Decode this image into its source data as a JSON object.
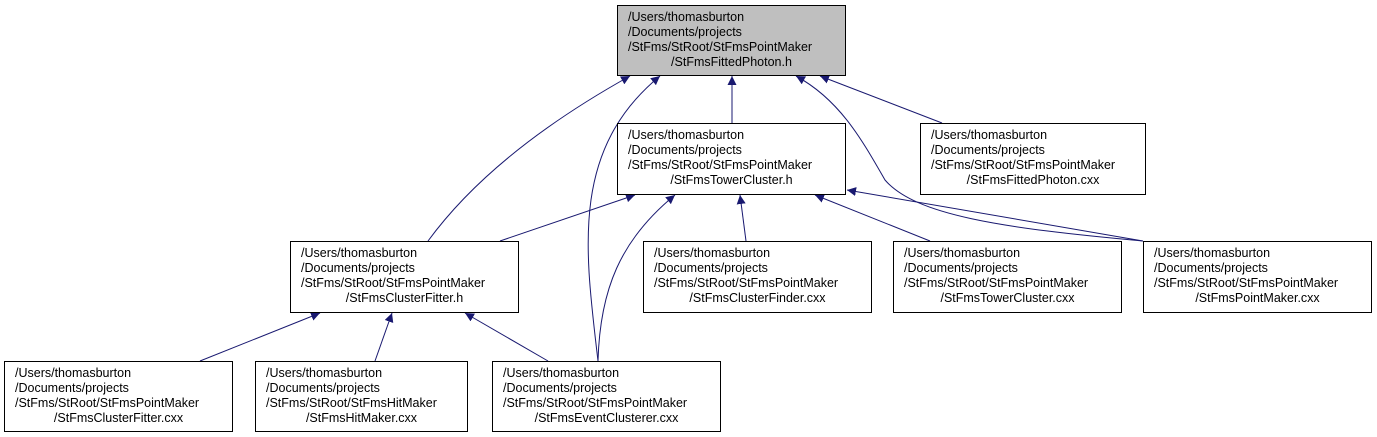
{
  "diagram": {
    "colors": {
      "edge": "#191970",
      "root_fill": "#bfbfbf",
      "node_fill": "#ffffff",
      "border": "#000000"
    },
    "nodes": {
      "root": {
        "lines": [
          "/Users/thomasburton",
          "/Documents/projects",
          "/StFms/StRoot/StFmsPointMaker",
          "/StFmsFittedPhoton.h"
        ]
      },
      "tower_cluster_h": {
        "lines": [
          "/Users/thomasburton",
          "/Documents/projects",
          "/StFms/StRoot/StFmsPointMaker",
          "/StFmsTowerCluster.h"
        ]
      },
      "fitted_photon_cxx": {
        "lines": [
          "/Users/thomasburton",
          "/Documents/projects",
          "/StFms/StRoot/StFmsPointMaker",
          "/StFmsFittedPhoton.cxx"
        ]
      },
      "cluster_fitter_h": {
        "lines": [
          "/Users/thomasburton",
          "/Documents/projects",
          "/StFms/StRoot/StFmsPointMaker",
          "/StFmsClusterFitter.h"
        ]
      },
      "cluster_finder_cxx": {
        "lines": [
          "/Users/thomasburton",
          "/Documents/projects",
          "/StFms/StRoot/StFmsPointMaker",
          "/StFmsClusterFinder.cxx"
        ]
      },
      "tower_cluster_cxx": {
        "lines": [
          "/Users/thomasburton",
          "/Documents/projects",
          "/StFms/StRoot/StFmsPointMaker",
          "/StFmsTowerCluster.cxx"
        ]
      },
      "point_maker_cxx": {
        "lines": [
          "/Users/thomasburton",
          "/Documents/projects",
          "/StFms/StRoot/StFmsPointMaker",
          "/StFmsPointMaker.cxx"
        ]
      },
      "cluster_fitter_cxx": {
        "lines": [
          "/Users/thomasburton",
          "/Documents/projects",
          "/StFms/StRoot/StFmsPointMaker",
          "/StFmsClusterFitter.cxx"
        ]
      },
      "hit_maker_cxx": {
        "lines": [
          "/Users/thomasburton",
          "/Documents/projects",
          "/StFms/StRoot/StFmsHitMaker",
          "/StFmsHitMaker.cxx"
        ]
      },
      "event_clusterer_cxx": {
        "lines": [
          "/Users/thomasburton",
          "/Documents/projects",
          "/StFms/StRoot/StFmsPointMaker",
          "/StFmsEventClusterer.cxx"
        ]
      }
    }
  }
}
